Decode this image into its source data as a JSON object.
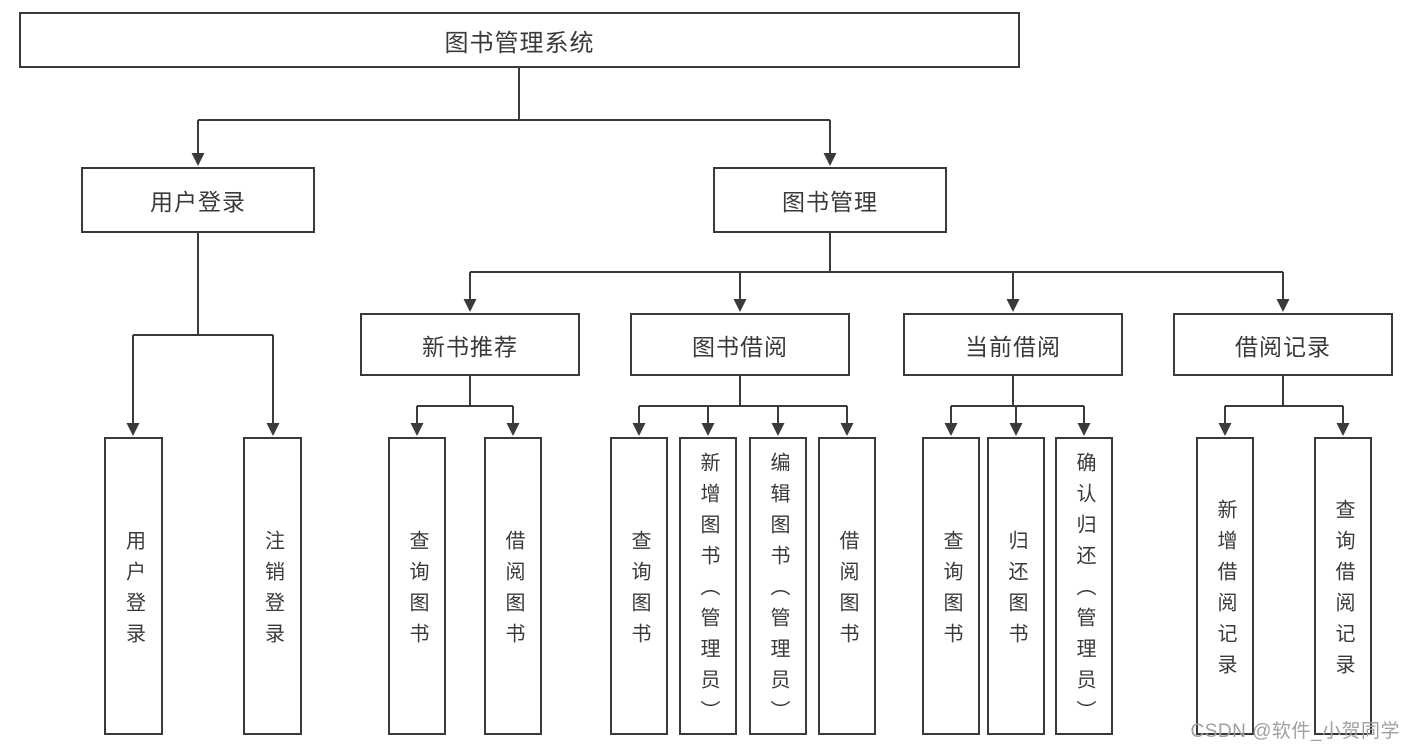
{
  "diagram": {
    "type": "hierarchy-tree",
    "title": "图书管理系统",
    "nodes": {
      "root": "图书管理系统",
      "user_login": "用户登录",
      "book_management": "图书管理",
      "new_book_recommendation": "新书推荐",
      "book_borrowing": "图书借阅",
      "current_borrowing": "当前借阅",
      "borrowing_records": "借阅记录",
      "ul_user_login": "用户登录",
      "ul_logout": "注销登录",
      "nb_query_books": "查询图书",
      "nb_borrow_books": "借阅图书",
      "bb_query_books": "查询图书",
      "bb_add_books": "新增图书（管理员）",
      "bb_edit_books": "编辑图书（管理员）",
      "bb_borrow_books": "借阅图书",
      "cb_query_books": "查询图书",
      "cb_return_books": "归还图书",
      "cb_confirm_return": "确认归还（管理员）",
      "br_add_record": "新增借阅记录",
      "br_query_record": "查询借阅记录"
    },
    "edges": [
      [
        "root",
        "user_login"
      ],
      [
        "root",
        "book_management"
      ],
      [
        "user_login",
        "ul_user_login"
      ],
      [
        "user_login",
        "ul_logout"
      ],
      [
        "book_management",
        "new_book_recommendation"
      ],
      [
        "book_management",
        "book_borrowing"
      ],
      [
        "book_management",
        "current_borrowing"
      ],
      [
        "book_management",
        "borrowing_records"
      ],
      [
        "new_book_recommendation",
        "nb_query_books"
      ],
      [
        "new_book_recommendation",
        "nb_borrow_books"
      ],
      [
        "book_borrowing",
        "bb_query_books"
      ],
      [
        "book_borrowing",
        "bb_add_books"
      ],
      [
        "book_borrowing",
        "bb_edit_books"
      ],
      [
        "book_borrowing",
        "bb_borrow_books"
      ],
      [
        "current_borrowing",
        "cb_query_books"
      ],
      [
        "current_borrowing",
        "cb_return_books"
      ],
      [
        "current_borrowing",
        "cb_confirm_return"
      ],
      [
        "borrowing_records",
        "br_add_record"
      ],
      [
        "borrowing_records",
        "br_query_record"
      ]
    ],
    "colors": {
      "line": "#3a3a3a",
      "text": "#3a3a3a",
      "node_background": "#ffffff",
      "page_background": "#ffffff"
    }
  },
  "watermark": {
    "text": "CSDN @软件_小贺同学",
    "color": "#a0a0a0"
  }
}
